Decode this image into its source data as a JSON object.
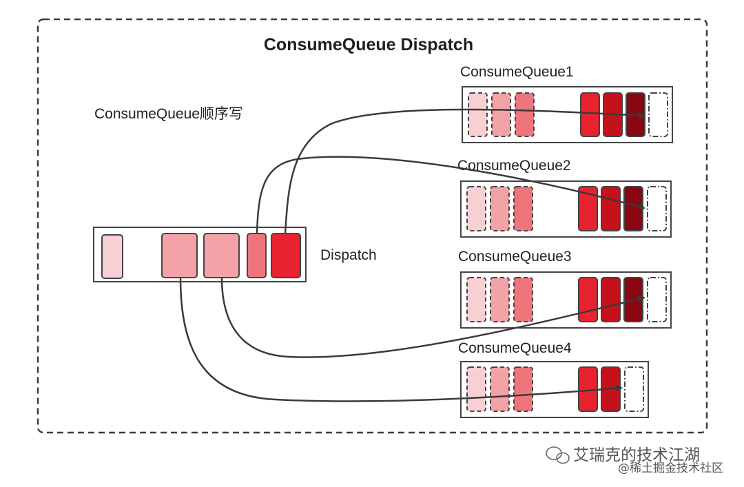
{
  "title": "ConsumeQueue Dispatch",
  "subtitle": "ConsumeQueue顺序写",
  "dispatch_label": "Dispatch",
  "queues": [
    {
      "label": "ConsumeQueue1"
    },
    {
      "label": "ConsumeQueue2"
    },
    {
      "label": "ConsumeQueue3"
    },
    {
      "label": "ConsumeQueue4"
    }
  ],
  "watermark": {
    "line1": "艾瑞克的技术江湖",
    "line2": "@稀土掘金技术社区"
  },
  "colors": {
    "lightest": "#f8cfd2",
    "light": "#f3a2a7",
    "mid": "#ee757b",
    "red": "#e8232f",
    "dark": "#c4111c",
    "darkest": "#8a0711",
    "stroke": "#444444",
    "connector": "#3a3a3a"
  }
}
